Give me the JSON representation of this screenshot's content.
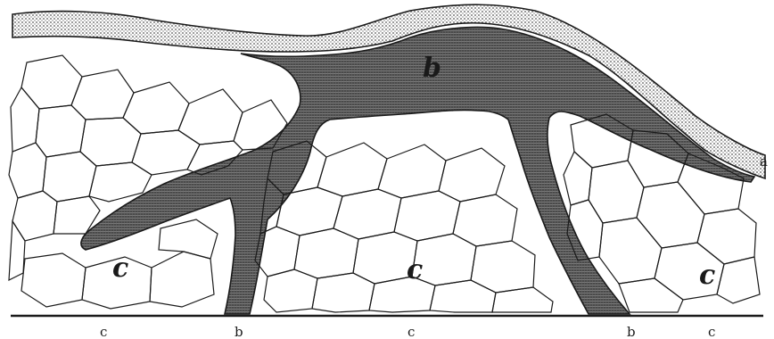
{
  "figure": {
    "labels": {
      "layer_a": "a",
      "vessel_b_top": "b",
      "cells_left": "c",
      "cells_middle": "c",
      "cells_right": "c",
      "bottom_c_left": "c",
      "bottom_b_left": "b",
      "bottom_c_middle": "c",
      "bottom_b_right": "b",
      "bottom_c_right": "c"
    },
    "colors": {
      "ink": "#1a1a1a",
      "vessel_fill": "#5a5a5a",
      "layer_fill": "#c9c9c9",
      "background": "#ffffff"
    }
  }
}
